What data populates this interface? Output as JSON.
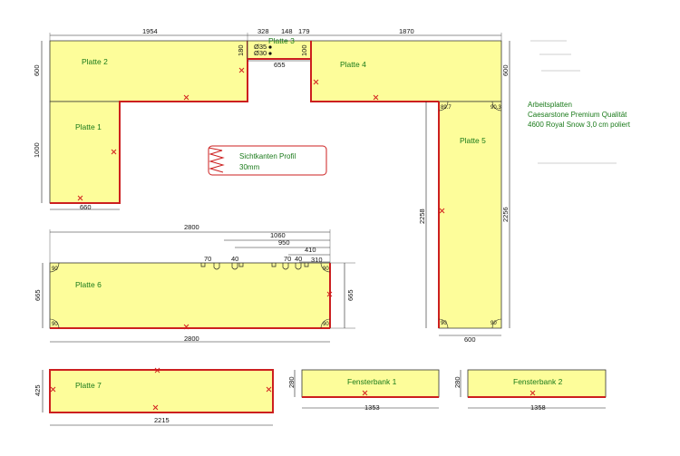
{
  "slabs": {
    "p1": "Platte 1",
    "p2": "Platte 2",
    "p3": "Platte 3",
    "p4": "Platte 4",
    "p5": "Platte 5",
    "p6": "Platte 6",
    "p7": "Platte 7",
    "fb1": "Fensterbank 1",
    "fb2": "Fensterbank 2"
  },
  "dims": {
    "d1954": "1954",
    "d328": "328",
    "d148": "148",
    "d179": "179",
    "d1870": "1870",
    "d600a": "600",
    "d600b": "600",
    "d1000": "1000",
    "d660": "660",
    "d180": "180",
    "d100": "100",
    "d655": "655",
    "d35": "Ø35",
    "d30": "Ø30",
    "d2258": "2258",
    "d2256": "2256",
    "d600c": "600",
    "d2800top": "2800",
    "d1060": "1060",
    "d950": "950",
    "d410": "410",
    "d310": "310",
    "d665a": "665",
    "d665b": "665",
    "d2800bot": "2800",
    "d425": "425",
    "d2215": "2215",
    "d280a": "280",
    "d1353": "1353",
    "d280b": "280",
    "d1358": "1358",
    "s70a": "70",
    "s40a": "40",
    "s70b": "70",
    "s40b": "40"
  },
  "corners": {
    "c90": "90",
    "c89": "89.7",
    "c90b": "90.3"
  },
  "profile": {
    "line1": "Sichtkanten Profil",
    "line2": "30mm"
  },
  "material": {
    "line1": "Arbeitsplatten",
    "line2": "Caesarstone Premium Qualität",
    "line3": "4600 Royal Snow 3,0 cm poliert"
  },
  "colors": {
    "slab": "#fdfd9a",
    "edge": "#cc1f1f",
    "label": "#1a7a1a"
  }
}
